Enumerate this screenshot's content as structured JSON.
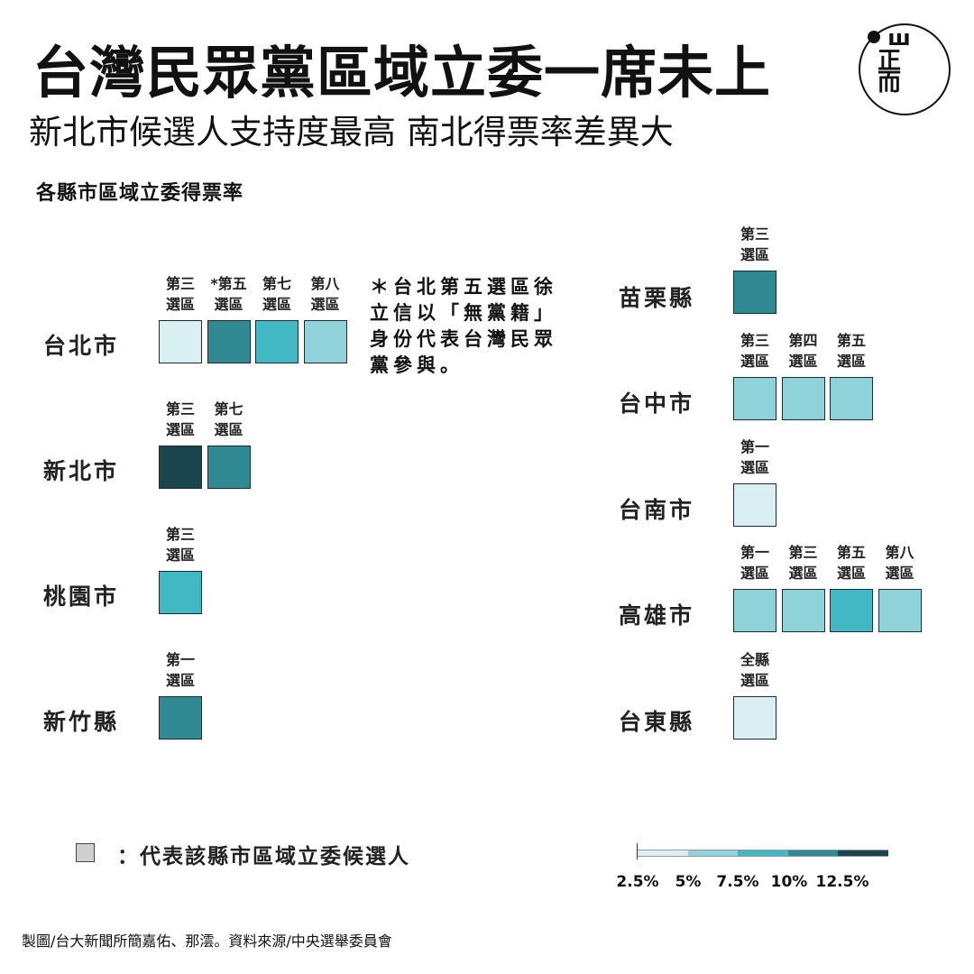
{
  "header": {
    "title": "台灣民眾黨區域立委一席未上",
    "subtitle": "新北市候選人支持度最高 南北得票率差異大",
    "logo_lines": [
      "ш",
      "正",
      "而"
    ]
  },
  "note": "＊台北第五選區徐立信以「無黨籍」身份代表台灣民眾黨參與。",
  "legend": {
    "swatch_text": "：代表該縣市區域立委候選人"
  },
  "color_scale": {
    "ticks": [
      "2.5%",
      "5%",
      "7.5%",
      "10%",
      "12.5%"
    ],
    "colors": [
      "#d9eff2",
      "#8fd2da",
      "#43b8c5",
      "#318a93",
      "#1b454c"
    ]
  },
  "credit": "製圖/台大新聞所簡嘉佑、那澐。資料來源/中央選舉委員會",
  "chart_data": {
    "type": "heatmap",
    "title": "各縣市區域立委得票率",
    "value_unit": "%",
    "bins": [
      2.5,
      5,
      7.5,
      10,
      12.5
    ],
    "regions": [
      {
        "name": "台北市",
        "districts": [
          {
            "label": [
              "第三",
              "選區"
            ],
            "bin": 2.5
          },
          {
            "label": [
              "*第五",
              "選區"
            ],
            "bin": 10
          },
          {
            "label": [
              "第七",
              "選區"
            ],
            "bin": 7.5
          },
          {
            "label": [
              "第八",
              "選區"
            ],
            "bin": 5
          }
        ]
      },
      {
        "name": "新北市",
        "districts": [
          {
            "label": [
              "第三",
              "選區"
            ],
            "bin": 12.5
          },
          {
            "label": [
              "第七",
              "選區"
            ],
            "bin": 10
          }
        ]
      },
      {
        "name": "桃園市",
        "districts": [
          {
            "label": [
              "第三",
              "選區"
            ],
            "bin": 7.5
          }
        ]
      },
      {
        "name": "新竹縣",
        "districts": [
          {
            "label": [
              "第一",
              "選區"
            ],
            "bin": 10
          }
        ]
      },
      {
        "name": "苗栗縣",
        "districts": [
          {
            "label": [
              "第三",
              "選區"
            ],
            "bin": 10
          }
        ]
      },
      {
        "name": "台中市",
        "districts": [
          {
            "label": [
              "第三",
              "選區"
            ],
            "bin": 5
          },
          {
            "label": [
              "第四",
              "選區"
            ],
            "bin": 5
          },
          {
            "label": [
              "第五",
              "選區"
            ],
            "bin": 5
          }
        ]
      },
      {
        "name": "台南市",
        "districts": [
          {
            "label": [
              "第一",
              "選區"
            ],
            "bin": 2.5
          }
        ]
      },
      {
        "name": "高雄市",
        "districts": [
          {
            "label": [
              "第一",
              "選區"
            ],
            "bin": 5
          },
          {
            "label": [
              "第三",
              "選區"
            ],
            "bin": 5
          },
          {
            "label": [
              "第五",
              "選區"
            ],
            "bin": 7.5
          },
          {
            "label": [
              "第八",
              "選區"
            ],
            "bin": 5
          }
        ]
      },
      {
        "name": "台東縣",
        "districts": [
          {
            "label": [
              "全縣",
              "選區"
            ],
            "bin": 2.5
          }
        ]
      }
    ]
  }
}
